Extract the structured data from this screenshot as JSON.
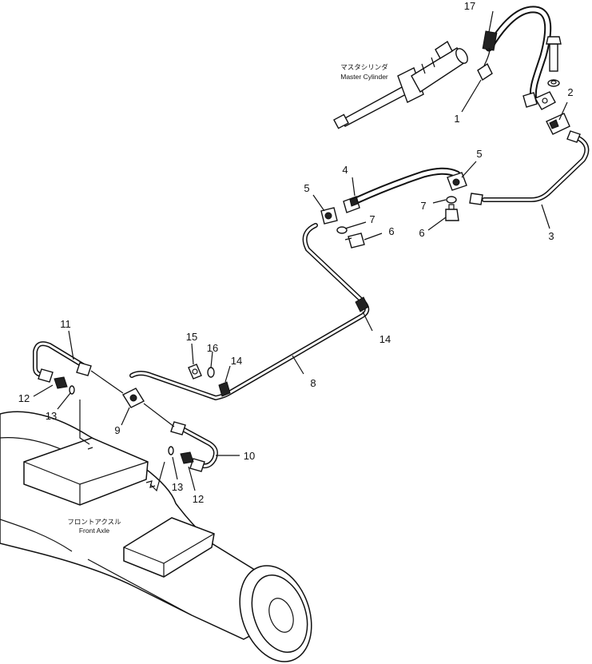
{
  "labels": {
    "master_cylinder_jp": "マスタシリンダ",
    "master_cylinder_en": "Master Cylinder",
    "front_axle_jp": "フロントアクスル",
    "front_axle_en": "Front Axle"
  },
  "callouts": {
    "c1": "1",
    "c2": "2",
    "c3": "3",
    "c4": "4",
    "c5a": "5",
    "c5b": "5",
    "c6a": "6",
    "c6b": "6",
    "c7a": "7",
    "c7b": "7",
    "c8": "8",
    "c9": "9",
    "c10": "10",
    "c11": "11",
    "c12a": "12",
    "c12b": "12",
    "c13a": "13",
    "c13b": "13",
    "c14a": "14",
    "c14b": "14",
    "c15": "15",
    "c16": "16",
    "c17": "17"
  }
}
